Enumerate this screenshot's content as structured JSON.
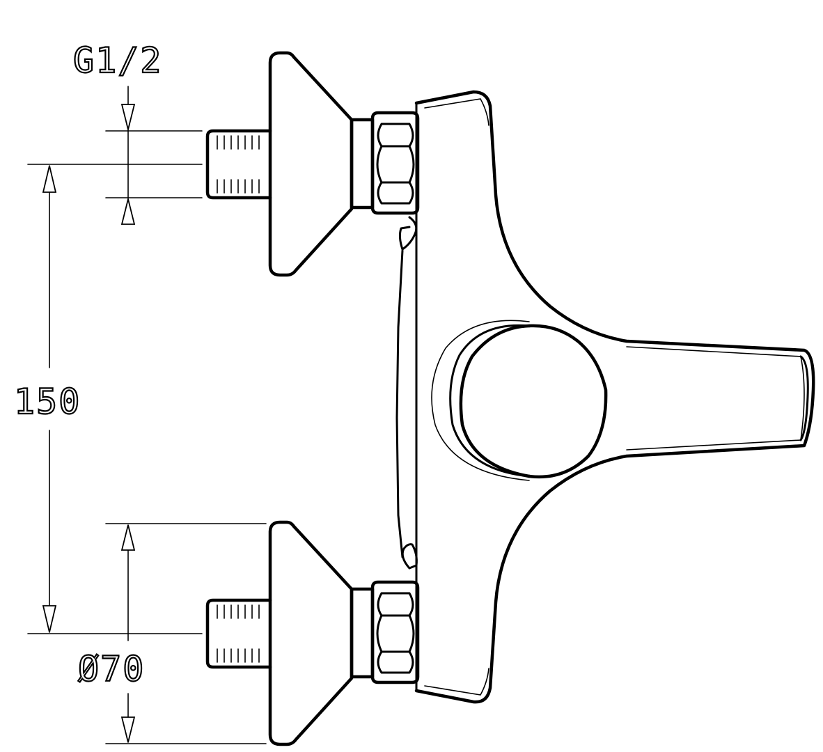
{
  "diagram": {
    "dimensions": {
      "thread": "G1/2",
      "spacing": "150",
      "diameter": "Ø70"
    }
  }
}
